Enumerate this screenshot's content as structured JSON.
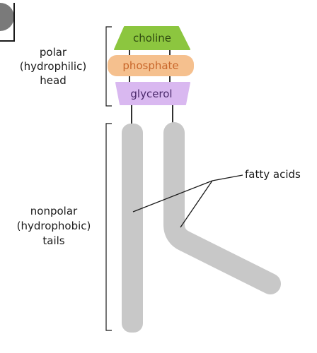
{
  "head": {
    "choline": {
      "label": "choline",
      "fill": "#8cc63f",
      "text_color": "#2f4a10"
    },
    "phosphate": {
      "label": "phosphate",
      "fill": "#f5c08e",
      "text_color": "#c8662a"
    },
    "glycerol": {
      "label": "glycerol",
      "fill": "#d9b8f0",
      "text_color": "#4b2a6b"
    }
  },
  "labels": {
    "polar_line1": "polar",
    "polar_line2": "(hydrophilic)",
    "polar_line3": "head",
    "nonpolar_line1": "nonpolar",
    "nonpolar_line2": "(hydrophobic)",
    "nonpolar_line3": "tails",
    "fatty_acids": "fatty acids"
  },
  "colors": {
    "tail": "#c8c8c8",
    "line": "#1a1a1a"
  }
}
